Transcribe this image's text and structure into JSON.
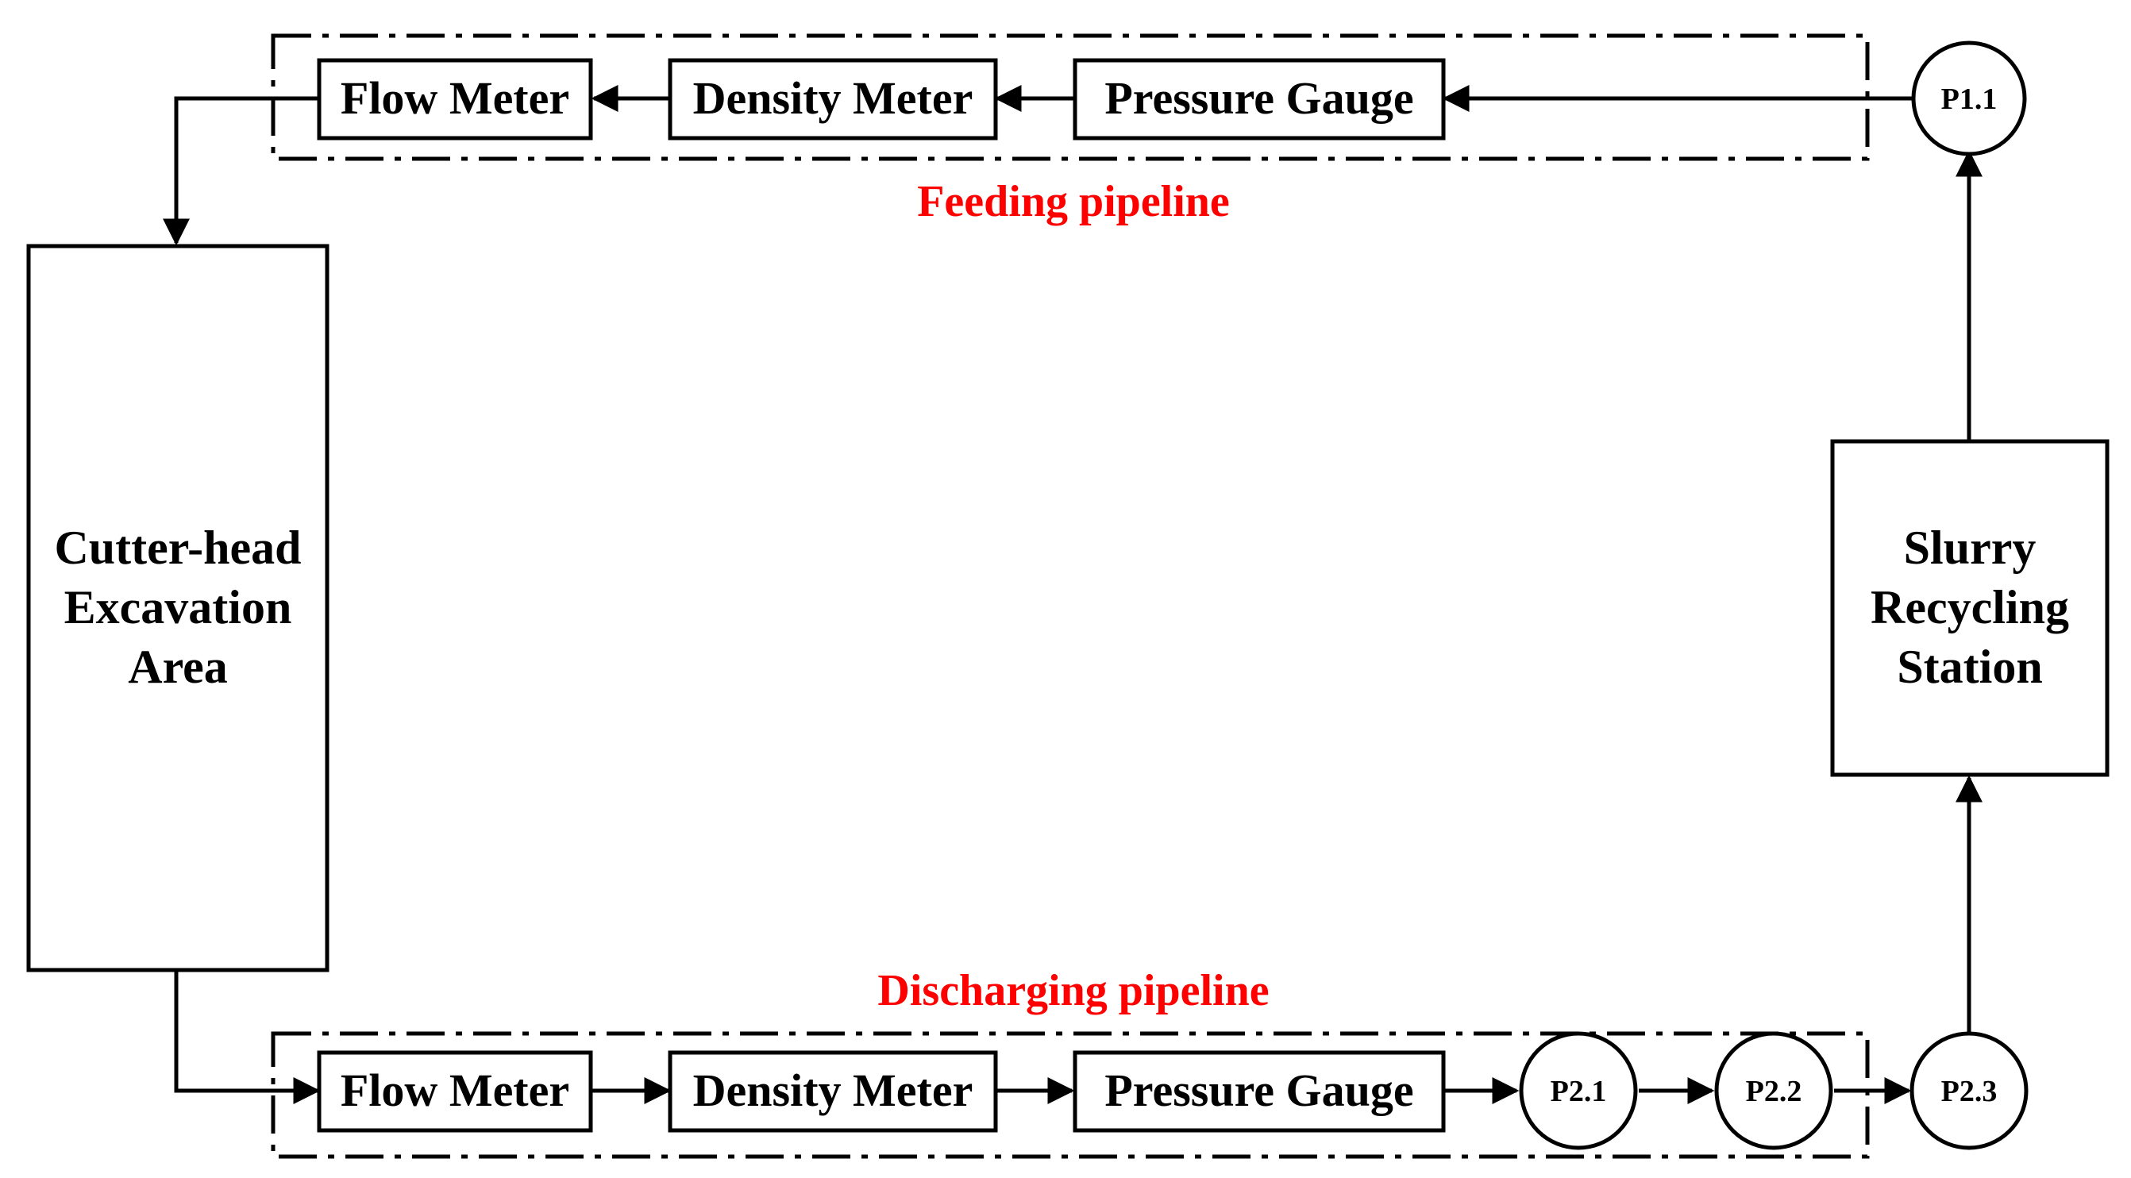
{
  "colors": {
    "line": "#000000",
    "section_label": "#ff0000",
    "background": "#ffffff"
  },
  "feeding": {
    "label": "Feeding pipeline",
    "flow_meter": "Flow Meter",
    "density_meter": "Density Meter",
    "pressure_gauge": "Pressure Gauge",
    "pump": "P1.1"
  },
  "discharging": {
    "label": "Discharging pipeline",
    "flow_meter": "Flow Meter",
    "density_meter": "Density Meter",
    "pressure_gauge": "Pressure Gauge",
    "pumps": [
      "P2.1",
      "P2.2",
      "P2.3"
    ]
  },
  "cutter_head": {
    "lines": [
      "Cutter-head",
      "Excavation",
      "Area"
    ]
  },
  "slurry_station": {
    "lines": [
      "Slurry",
      "Recycling",
      "Station"
    ]
  }
}
